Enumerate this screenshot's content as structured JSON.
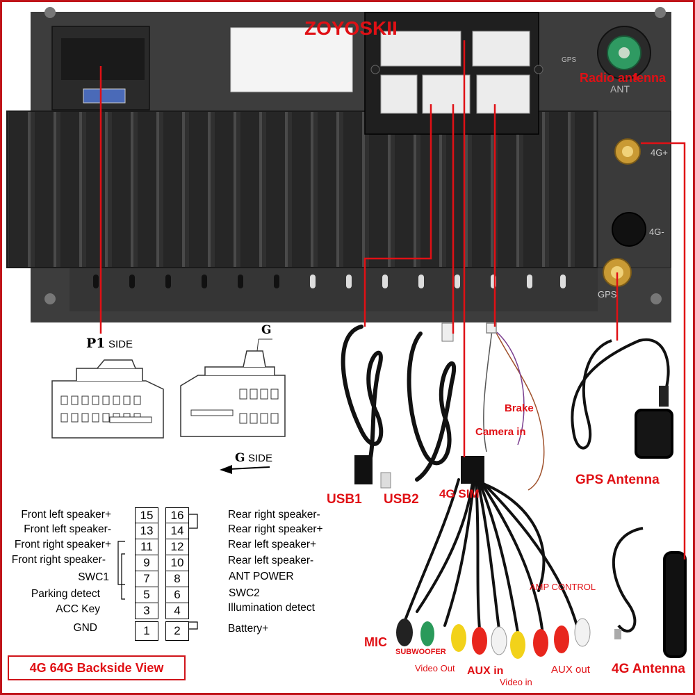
{
  "brand": "ZOYOSKII",
  "antenna_labels": {
    "radio": "Radio antenna",
    "radio_port": "ANT",
    "gps_port_top": "GPS",
    "gps_port": "GPS",
    "lte_plus": "4G+",
    "lte_minus": "4G-"
  },
  "connector": {
    "p1_prefix": "P1",
    "p1_side": "SIDE",
    "g_label": "G",
    "g_prefix": "G",
    "g_side": "SIDE"
  },
  "cables": {
    "usb1": "USB1",
    "usb2": "USB2",
    "sim": "4G SIM",
    "brake": "Brake",
    "camera_in": "Camera in",
    "gps_antenna": "GPS Antenna",
    "lte_antenna": "4G Antenna",
    "amp_control": "AMP CONTROL",
    "mic": "MIC",
    "subwoofer": "SUBWOOFER",
    "video_out": "Video Out",
    "aux_in": "AUX in",
    "video_in": "Video in",
    "aux_out": "AUX out"
  },
  "pinout": {
    "rows": [
      {
        "left_label": "Front left speaker+",
        "left_pin": "15",
        "right_pin": "16",
        "right_label": "Rear right speaker-"
      },
      {
        "left_label": "Front left speaker-",
        "left_pin": "13",
        "right_pin": "14",
        "right_label": "Rear right speaker+"
      },
      {
        "left_label": "Front right speaker+",
        "left_pin": "11",
        "right_pin": "12",
        "right_label": "Rear left speaker+"
      },
      {
        "left_label": "Front right speaker-",
        "left_pin": "9",
        "right_pin": "10",
        "right_label": "Rear left speaker-"
      },
      {
        "left_label": "SWC1",
        "left_pin": "7",
        "right_pin": "8",
        "right_label": "ANT POWER"
      },
      {
        "left_label": "Parking detect",
        "left_pin": "5",
        "right_pin": "6",
        "right_label": "SWC2"
      },
      {
        "left_label": "ACC Key",
        "left_pin": "3",
        "right_pin": "4",
        "right_label": "Illumination detect"
      },
      {
        "left_label": "GND",
        "left_pin": "1",
        "right_pin": "2",
        "right_label": "Battery+"
      }
    ]
  },
  "view_title": "4G 64G Backside View",
  "colors": {
    "accent_red": "#e01015",
    "chassis": "#3a3a3a",
    "chassis_dark": "#1e1e1e",
    "heatsink_fin": "#2a2a2a",
    "connector_white": "#e9e9e4",
    "antenna_gold": "#c99a34",
    "radio_port_green": "#2f9a62"
  }
}
